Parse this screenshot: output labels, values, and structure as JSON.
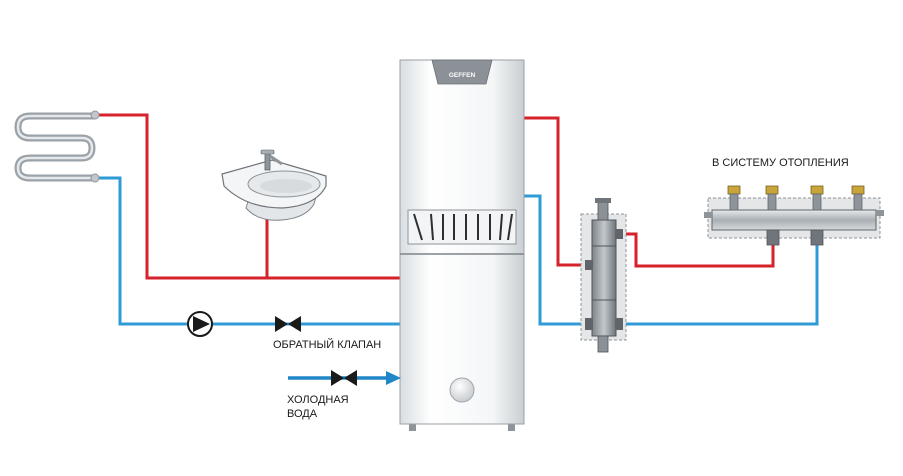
{
  "boiler": {
    "brand": "GEFFEN"
  },
  "labels": {
    "heating_system": "В СИСТЕМУ ОТОПЛЕНИЯ",
    "check_valve": "ОБРАТНЫЙ КЛАПАН",
    "cold_water_line1": "ХОЛОДНАЯ",
    "cold_water_line2": "ВОДА"
  },
  "colors": {
    "hot_pipe": "#d6222a",
    "cold_pipe": "#2f9bd6",
    "cold_inlet_arrow": "#1f86c8",
    "fitting": "#c9a43a"
  }
}
